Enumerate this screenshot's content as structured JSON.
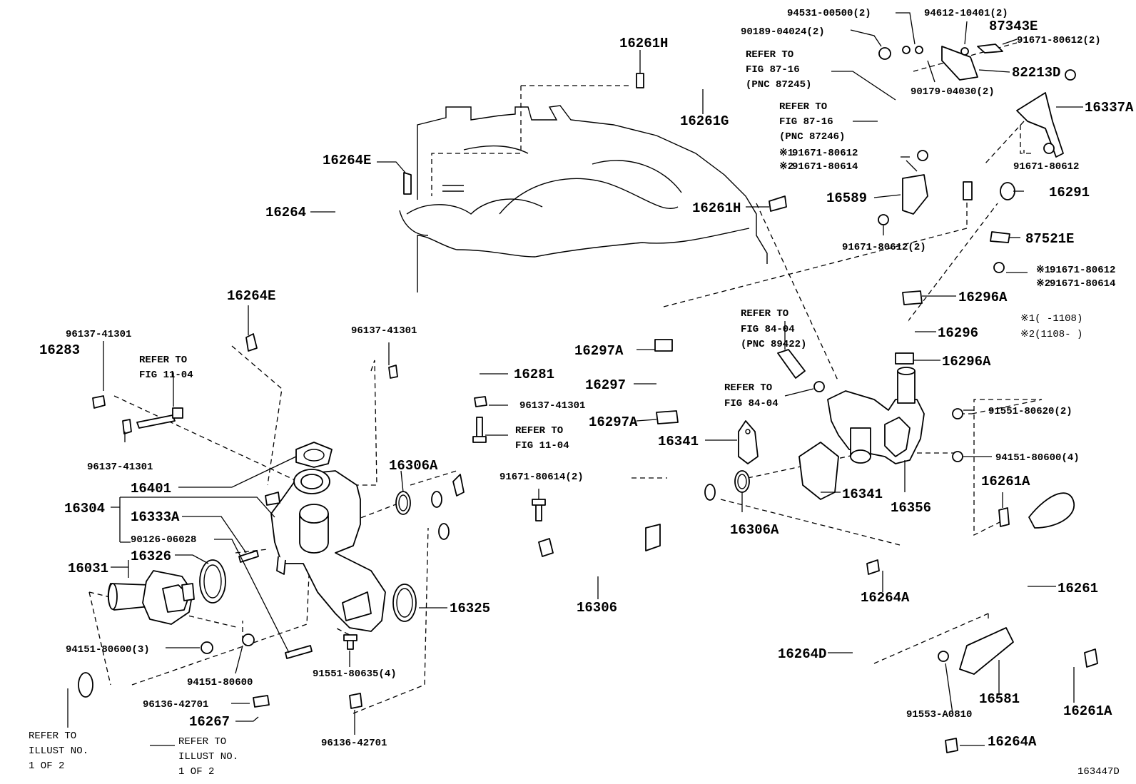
{
  "labels": {
    "l16261H_top": "16261H",
    "l16261G": "16261G",
    "l16261H_mid": "16261H",
    "l16264E_top": "16264E",
    "l16264": "16264",
    "l16264E_bot": "16264E",
    "l96137_a": "96137-41301",
    "l16283": "16283",
    "l96137_b": "96137-41301",
    "l96137_c": "96137-41301",
    "l96137_d": "96137-41301",
    "l16281": "16281",
    "l16401": "16401",
    "l16304": "16304",
    "l16333A": "16333A",
    "l90126": "90126-06028",
    "l16031": "16031",
    "l16326": "16326",
    "l94151_3": "94151-80600(3)",
    "l94151_single": "94151-80600",
    "l96136_a": "96136-42701",
    "l16267": "16267",
    "l96136_b": "96136-42701",
    "l91551_635": "91551-80635(4)",
    "l16325": "16325",
    "l16306A_left": "16306A",
    "l16306": "16306",
    "l91671_614_2": "91671-80614(2)",
    "l16297A_top": "16297A",
    "l16297": "16297",
    "l16297A_bot": "16297A",
    "l16341_left": "16341",
    "l16306A_right": "16306A",
    "l16341_right": "16341",
    "l16356": "16356",
    "l94531": "94531-00500(2)",
    "l94612": "94612-10401(2)",
    "l87343E": "87343E",
    "l90189": "90189-04024(2)",
    "l91671_612_2a": "91671-80612(2)",
    "l82213D": "82213D",
    "l90179": "90179-04030(2)",
    "l16337A": "16337A",
    "l91671_612": "91671-80612",
    "l16291": "16291",
    "l16589": "16589",
    "l91671_612_2b": "91671-80612(2)",
    "l87521E": "87521E",
    "l16296A_top": "16296A",
    "l16296": "16296",
    "l16296A_bot": "16296A",
    "l91551_620": "91551-80620(2)",
    "l94151_4": "94151-80600(4)",
    "l16261A_top": "16261A",
    "l16261": "16261",
    "l16261A_bot": "16261A",
    "l16264A_top": "16264A",
    "l16264D": "16264D",
    "l16581": "16581",
    "l91553": "91553-A0810",
    "l16264A_bot": "16264A",
    "l_doc_id": "163447D"
  },
  "note_marks": {
    "m1_a": "※1",
    "m1_a_part": "91671-80612",
    "m2_a": "※2",
    "m2_a_part": "91671-80614",
    "m1_b": "※1",
    "m1_b_part": "91671-80612",
    "m2_b": "※2",
    "m2_b_part": "91671-80614",
    "legend1": "※1(   -1108)",
    "legend2": "※2(1108-   )"
  },
  "references": {
    "r87245_1": "REFER TO",
    "r87245_2": "FIG 87-16",
    "r87245_3": "(PNC 87245)",
    "r87246_1": "REFER TO",
    "r87246_2": "FIG 87-16",
    "r87246_3": "(PNC 87246)",
    "r89422_1": "REFER TO",
    "r89422_2": "FIG 84-04",
    "r89422_3": "(PNC 89422)",
    "r8404_1": "REFER TO",
    "r8404_2": "FIG 84-04",
    "r1104a_1": "REFER TO",
    "r1104a_2": "FIG 11-04",
    "r1104b_1": "REFER TO",
    "r1104b_2": "FIG 11-04",
    "rill1_1": "REFER TO",
    "rill1_2": "ILLUST NO.",
    "rill1_3": "1 OF 2",
    "rill2_1": "REFER TO",
    "rill2_2": "ILLUST NO.",
    "rill2_3": "1 OF 2"
  }
}
